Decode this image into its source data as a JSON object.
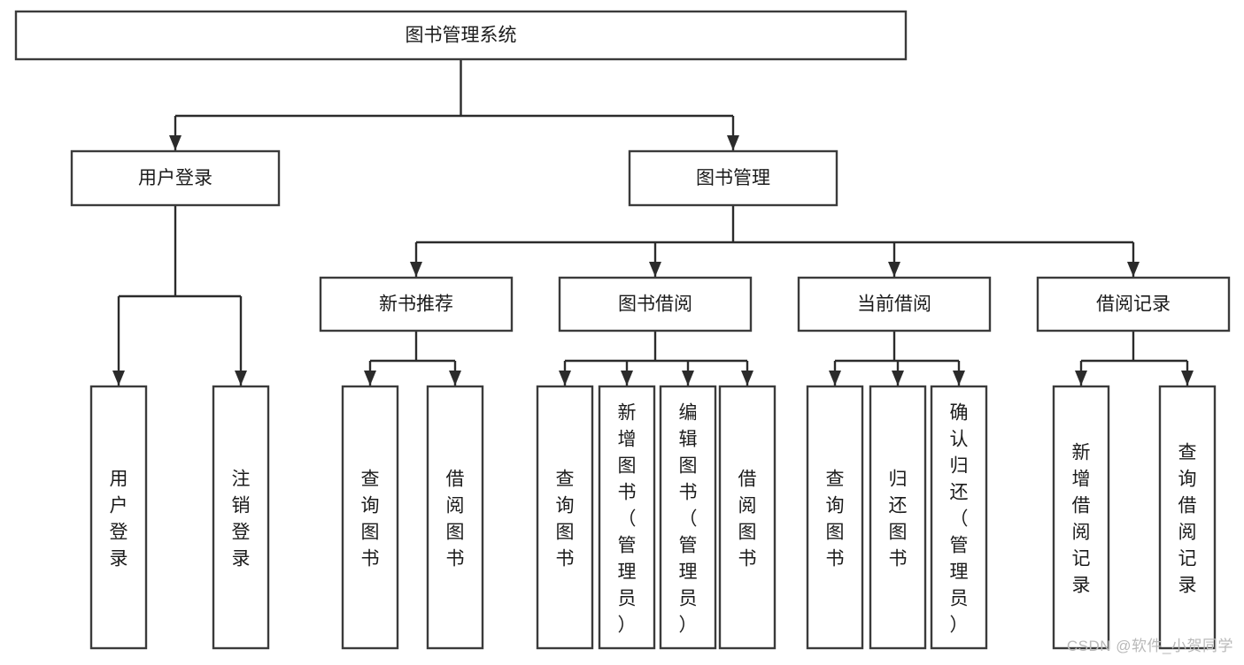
{
  "diagram": {
    "type": "tree-hierarchy-chart",
    "title": "图书管理系统",
    "orientation": "top-down",
    "watermark": "CSDN @软件_小贺同学",
    "colors": {
      "box_fill": "#ffffff",
      "box_stroke": "#3b3b3b",
      "connector": "#2b2b2b",
      "label_text": "#1b1b1b",
      "watermark_text": "#b9b9b9",
      "background": "#ffffff"
    },
    "levels": {
      "level1": "系统",
      "level2": "模块",
      "level3": "子模块",
      "level4": "功能"
    },
    "root": {
      "id": "root",
      "label": "图书管理系统",
      "orientation": "horizontal"
    },
    "level2_nodes": [
      {
        "id": "user-login",
        "label": "用户登录",
        "orientation": "horizontal"
      },
      {
        "id": "book-manage",
        "label": "图书管理",
        "orientation": "horizontal"
      }
    ],
    "level3_nodes": [
      {
        "id": "new-book-recommend",
        "label": "新书推荐",
        "parent": "book-manage",
        "orientation": "horizontal"
      },
      {
        "id": "book-borrow",
        "label": "图书借阅",
        "parent": "book-manage",
        "orientation": "horizontal"
      },
      {
        "id": "current-borrow",
        "label": "当前借阅",
        "parent": "book-manage",
        "orientation": "horizontal"
      },
      {
        "id": "borrow-record",
        "label": "借阅记录",
        "parent": "book-manage",
        "orientation": "horizontal"
      }
    ],
    "leaf_nodes": [
      {
        "id": "leaf-user-login",
        "label": "用户登录",
        "parent": "user-login",
        "orientation": "vertical"
      },
      {
        "id": "leaf-logout",
        "label": "注销登录",
        "parent": "user-login",
        "orientation": "vertical"
      },
      {
        "id": "leaf-query-book-1",
        "label": "查询图书",
        "parent": "new-book-recommend",
        "orientation": "vertical"
      },
      {
        "id": "leaf-borrow-book-1",
        "label": "借阅图书",
        "parent": "new-book-recommend",
        "orientation": "vertical"
      },
      {
        "id": "leaf-query-book-2",
        "label": "查询图书",
        "parent": "book-borrow",
        "orientation": "vertical"
      },
      {
        "id": "leaf-add-book",
        "label": "新增图书（管理员）",
        "parent": "book-borrow",
        "orientation": "vertical"
      },
      {
        "id": "leaf-edit-book",
        "label": "编辑图书（管理员）",
        "parent": "book-borrow",
        "orientation": "vertical"
      },
      {
        "id": "leaf-borrow-book-2",
        "label": "借阅图书",
        "parent": "book-borrow",
        "orientation": "vertical"
      },
      {
        "id": "leaf-query-book-3",
        "label": "查询图书",
        "parent": "current-borrow",
        "orientation": "vertical"
      },
      {
        "id": "leaf-return-book",
        "label": "归还图书",
        "parent": "current-borrow",
        "orientation": "vertical"
      },
      {
        "id": "leaf-confirm-return",
        "label": "确认归还（管理员）",
        "parent": "current-borrow",
        "orientation": "vertical"
      },
      {
        "id": "leaf-add-record",
        "label": "新增借阅记录",
        "parent": "borrow-record",
        "orientation": "vertical"
      },
      {
        "id": "leaf-query-record",
        "label": "查询借阅记录",
        "parent": "borrow-record",
        "orientation": "vertical"
      }
    ]
  }
}
